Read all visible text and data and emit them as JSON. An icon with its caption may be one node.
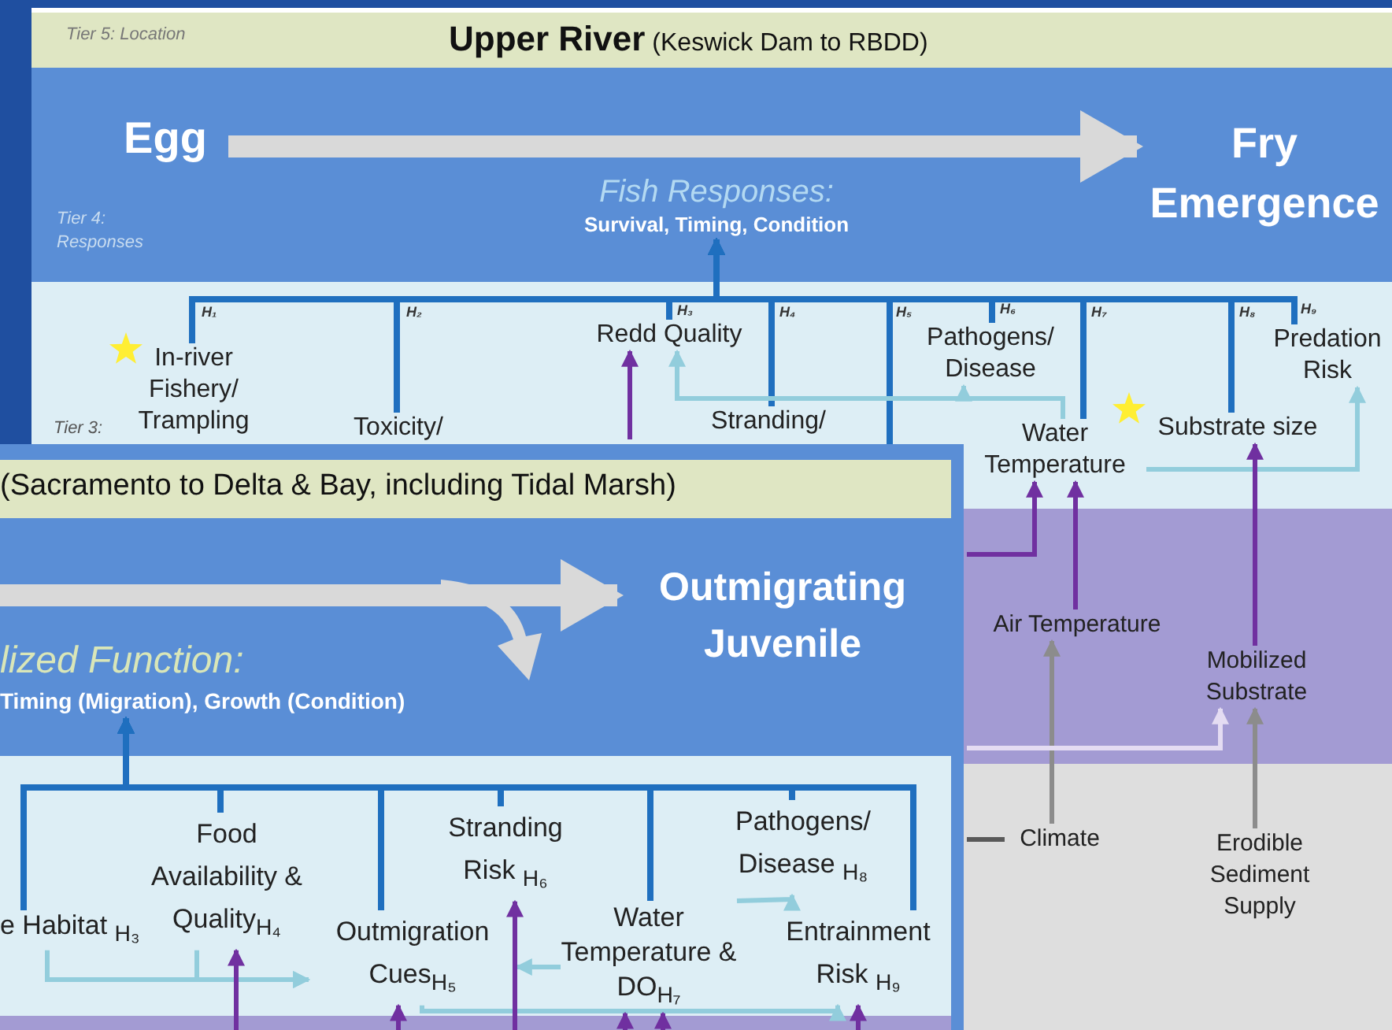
{
  "diagram": {
    "nodes": [
      {
        "text": [
          "Egg"
        ]
      },
      {
        "text": [
          "Fry Emergence"
        ]
      },
      {
        "text": [
          "Fish Responses:",
          "Survival, Timing, Condition"
        ]
      },
      {
        "text": [
          "In-river Fishery/ Trampling"
        ]
      },
      {
        "text": [
          "Toxicity/"
        ]
      },
      {
        "text": [
          "Redd Quality"
        ]
      },
      {
        "text": [
          "Stranding/"
        ]
      },
      {
        "text": [
          "Pathogens/ Disease"
        ]
      },
      {
        "text": [
          "Water Temperature"
        ]
      },
      {
        "text": [
          "Substrate size"
        ]
      },
      {
        "text": [
          "Predation Risk"
        ]
      },
      {
        "text": [
          "Air Temperature"
        ]
      },
      {
        "text": [
          "Mobilized Substrate"
        ]
      },
      {
        "text": [
          "Climate"
        ]
      },
      {
        "text": [
          "Erodible Sediment Supply"
        ]
      },
      {
        "text": [
          "Outmigrating Juvenile"
        ]
      },
      {
        "text": [
          "lized Function:",
          "Timing (Migration), Growth (Condition)"
        ]
      },
      {
        "text": [
          "e Habitat $_{H₃}$"
        ]
      },
      {
        "text": [
          "Food Availability & Quality$_{H₄}$"
        ]
      },
      {
        "text": [
          "Outmigration Cues$_{H₅}$"
        ]
      },
      {
        "text": [
          "Stranding Risk $_{H₆}$"
        ]
      },
      {
        "text": [
          "Water Temperature & DO$_{H₇}$"
        ]
      },
      {
        "text": [
          "Pathogens/ Disease $_{H₈}$"
        ]
      },
      {
        "text": [
          "Entrainment Risk $_{H₉}$"
        ]
      }
    ],
    "edges": [
      {
        "from": 0,
        "to": 1,
        "arrow": "to",
        "style": "thick",
        "color": "#d9d9d9"
      },
      {
        "from": 3,
        "to": 2,
        "arrow": "to"
      },
      {
        "from": 4,
        "to": 2,
        "arrow": "to"
      },
      {
        "from": 5,
        "to": 2,
        "arrow": "to"
      },
      {
        "from": 6,
        "to": 2,
        "arrow": "to"
      },
      {
        "from": null,
        "to": 2,
        "arrow": "to"
      },
      {
        "from": 7,
        "to": 2,
        "arrow": "to"
      },
      {
        "from": 8,
        "to": 2,
        "arrow": "to"
      },
      {
        "from": 9,
        "to": 2,
        "arrow": "to"
      },
      {
        "from": 10,
        "to": 2,
        "arrow": "to"
      },
      {
        "from": 8,
        "to": 5,
        "arrow": "to",
        "color": "#92cddc"
      },
      {
        "from": 8,
        "to": 7,
        "arrow": "to",
        "color": "#92cddc"
      },
      {
        "from": 8,
        "to": 10,
        "arrow": "to",
        "color": "#92cddc"
      },
      {
        "from": null,
        "to": 5,
        "arrow": "to",
        "color": "#7030a0"
      },
      {
        "from": null,
        "to": 8,
        "arrow": "to",
        "color": "#7030a0"
      },
      {
        "from": 11,
        "to": 8,
        "arrow": "to",
        "color": "#7030a0"
      },
      {
        "from": 12,
        "to": 9,
        "arrow": "to",
        "color": "#7030a0"
      },
      {
        "from": 13,
        "to": 11,
        "arrow": "to",
        "color": "#8c8c8c"
      },
      {
        "from": 14,
        "to": 12,
        "arrow": "to",
        "color": "#8c8c8c"
      },
      {
        "from": null,
        "to": 12,
        "arrow": "to",
        "color": "#e4dcf2"
      },
      {
        "from": null,
        "to": 13,
        "arrow": "none",
        "color": "#595959"
      },
      {
        "from": null,
        "to": 15,
        "arrow": "to",
        "style": "thick",
        "color": "#d9d9d9"
      },
      {
        "from": 17,
        "to": 16,
        "arrow": "to"
      },
      {
        "from": 18,
        "to": 16,
        "arrow": "to"
      },
      {
        "from": 19,
        "to": 16,
        "arrow": "to"
      },
      {
        "from": 20,
        "to": 16,
        "arrow": "to"
      },
      {
        "from": 21,
        "to": 16,
        "arrow": "to"
      },
      {
        "from": 22,
        "to": 16,
        "arrow": "to"
      },
      {
        "from": 23,
        "to": 16,
        "arrow": "to"
      },
      {
        "from": 17,
        "to": 19,
        "arrow": "to",
        "color": "#92cddc"
      },
      {
        "from": 18,
        "to": 19,
        "arrow": "to",
        "color": "#92cddc"
      },
      {
        "from": 21,
        "to": 19,
        "arrow": "to",
        "color": "#92cddc"
      },
      {
        "from": 21,
        "to": 22,
        "arrow": "to",
        "color": "#92cddc"
      },
      {
        "from": 19,
        "to": 23,
        "arrow": "to",
        "color": "#92cddc"
      },
      {
        "from": null,
        "to": 18,
        "arrow": "to",
        "color": "#7030a0"
      },
      {
        "from": null,
        "to": 19,
        "arrow": "to",
        "color": "#7030a0"
      },
      {
        "from": null,
        "to": 20,
        "arrow": "to",
        "color": "#7030a0"
      },
      {
        "from": null,
        "to": 21,
        "arrow": "to",
        "color": "#7030a0"
      },
      {
        "from": null,
        "to": 21,
        "arrow": "to",
        "color": "#7030a0"
      },
      {
        "from": null,
        "to": 23,
        "arrow": "to",
        "color": "#7030a0"
      }
    ],
    "labels": [
      "Tier 5: Location",
      "**Upper River** (Keswick Dam to RBDD)",
      "Tier 4: Responses",
      "Tier 3:",
      "H₁",
      "H₂",
      "H₃",
      "H₄",
      "H₅",
      "H₆",
      "H₇",
      "H₈",
      "H₉",
      "(Sacramento to Delta & Bay, including Tidal Marsh)"
    ]
  }
}
